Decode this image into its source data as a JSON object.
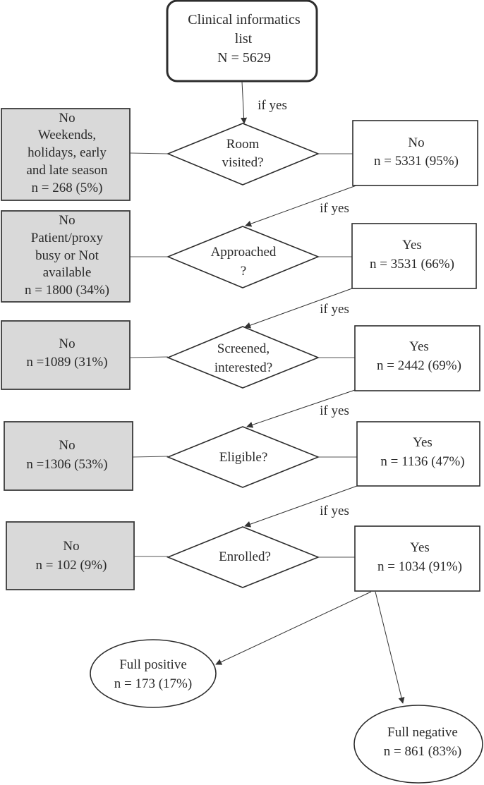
{
  "start": {
    "lines": [
      "Clinical informatics",
      "list",
      "N = 5629"
    ]
  },
  "steps": [
    {
      "question": [
        "Room",
        "visited?"
      ],
      "left": [
        "No",
        "Weekends,",
        "holidays, early",
        "and late season",
        "n = 268 (5%)"
      ],
      "right": [
        "No",
        "n = 5331 (95%)"
      ],
      "if_yes": "if yes"
    },
    {
      "question": [
        "Approached",
        "?"
      ],
      "left": [
        "No",
        "Patient/proxy",
        "busy or Not",
        "available",
        "n = 1800 (34%)"
      ],
      "right": [
        "Yes",
        "n = 3531 (66%)"
      ],
      "if_yes": "if yes"
    },
    {
      "question": [
        "Screened,",
        "interested?"
      ],
      "left": [
        "No",
        "n =1089 (31%)"
      ],
      "right": [
        "Yes",
        "n = 2442 (69%)"
      ],
      "if_yes": "if yes"
    },
    {
      "question": [
        "Eligible?"
      ],
      "left": [
        "No",
        "n =1306 (53%)"
      ],
      "right": [
        "Yes",
        "n = 1136 (47%)"
      ],
      "if_yes": "if yes"
    },
    {
      "question": [
        "Enrolled?"
      ],
      "left": [
        "No",
        "n = 102 (9%)"
      ],
      "right": [
        "Yes",
        "n = 1034 (91%)"
      ]
    }
  ],
  "start_if_yes": "if yes",
  "outcomes": [
    {
      "lines": [
        "Full positive",
        "n = 173 (17%)"
      ]
    },
    {
      "lines": [
        "Full negative",
        "n = 861 (83%)"
      ]
    }
  ]
}
